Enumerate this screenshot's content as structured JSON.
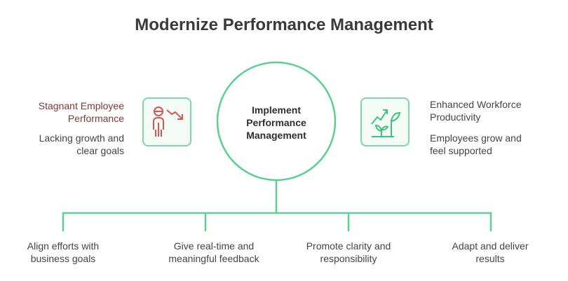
{
  "title": "Modernize Performance Management",
  "center": {
    "line1": "Implement",
    "line2": "Performance",
    "line3": "Management"
  },
  "left": {
    "heading_line1": "Stagnant Employee",
    "heading_line2": "Performance",
    "sub_line1": "Lacking growth and",
    "sub_line2": "clear goals",
    "icon": "person-declining-chart-icon",
    "color": "#d9534f"
  },
  "right": {
    "heading_line1": "Enhanced Workforce",
    "heading_line2": "Productivity",
    "sub_line1": "Employees grow and",
    "sub_line2": "feel supported",
    "icon": "plant-growth-chart-icon",
    "color": "#3cc47c"
  },
  "bottom": [
    {
      "line1": "Align efforts with",
      "line2": "business goals"
    },
    {
      "line1": "Give real-time and",
      "line2": "meaningful feedback"
    },
    {
      "line1": "Promote clarity and",
      "line2": "responsibility"
    },
    {
      "line1": "Adapt and deliver",
      "line2": "results"
    }
  ],
  "accent": "#5ad08f"
}
